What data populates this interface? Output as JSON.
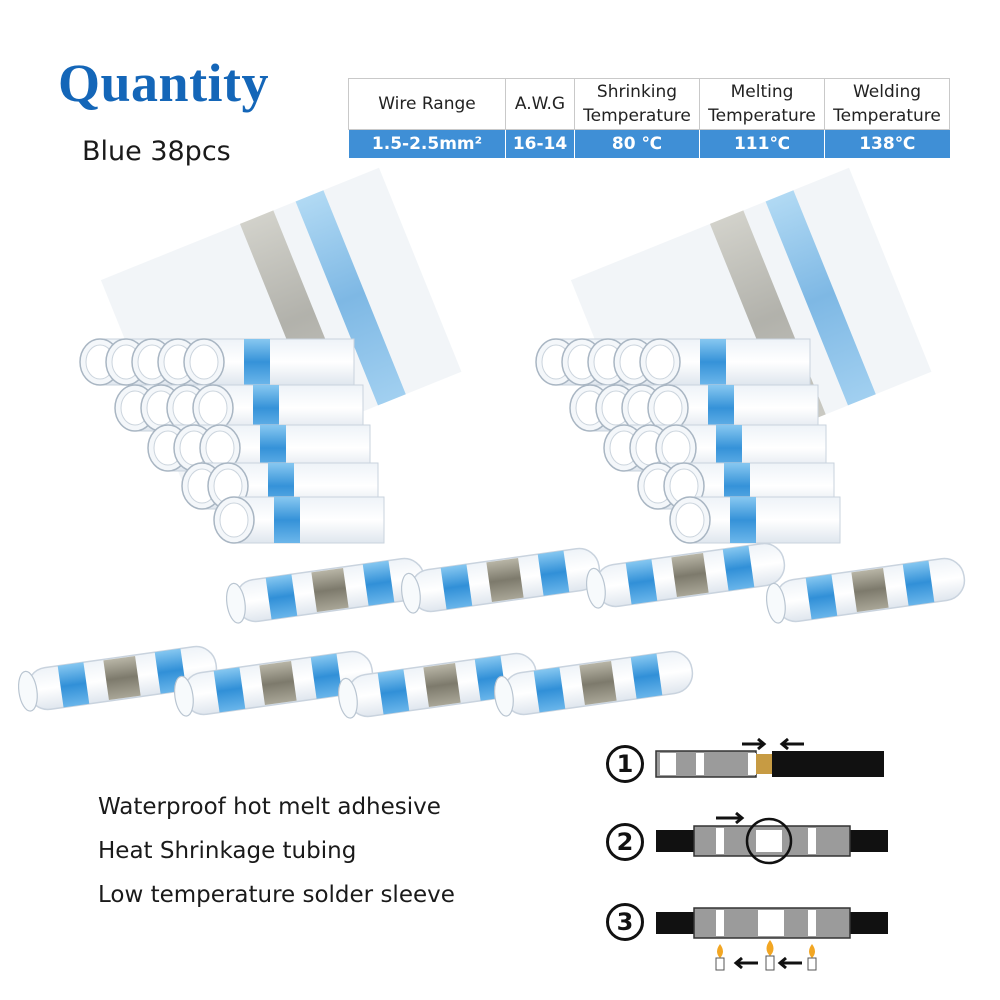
{
  "header": {
    "title": "Quantity",
    "quantity_text": "Blue 38pcs"
  },
  "specs_table": {
    "headers": [
      "Wire Range",
      "A.W.G",
      "Shrinking Temperature",
      "Melting Temperature",
      "Welding Temperature"
    ],
    "values": [
      "1.5-2.5mm²",
      "16-14",
      "80 ℃",
      "111℃",
      "138℃"
    ]
  },
  "features": [
    "Waterproof hot melt adhesive",
    "Heat Shrinkage tubing",
    "Low temperature solder sleeve"
  ],
  "steps": [
    "1",
    "2",
    "3"
  ],
  "colors": {
    "title_blue": "#1466b8",
    "table_blue": "#3f8fd6",
    "ring_blue": "#2b8fd8",
    "solder_gray": "#8c8a7e",
    "wire_black": "#111111"
  }
}
